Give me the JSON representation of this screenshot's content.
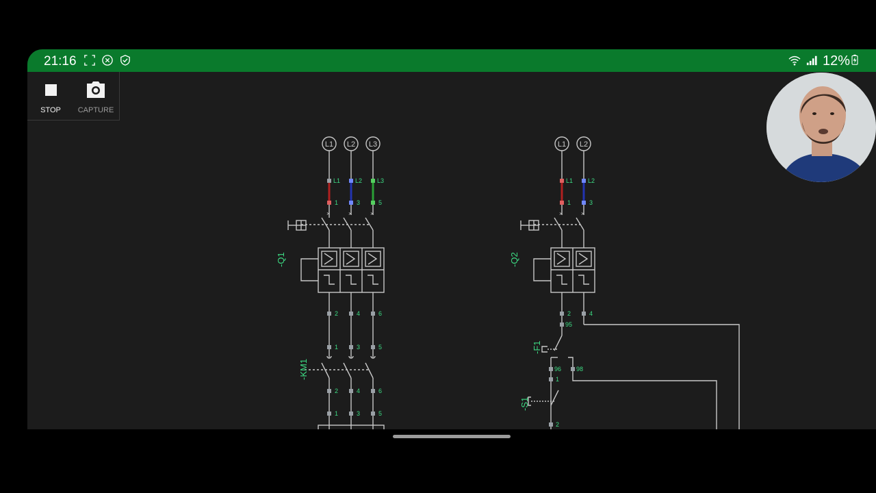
{
  "status_bar": {
    "time": "21:16",
    "battery": "12%",
    "bg_color": "#0a7a2c",
    "left_icons": [
      "screenshot-frame-icon",
      "close-circle-icon",
      "shield-check-icon"
    ],
    "right_icons": [
      "wifi-icon",
      "signal-icon",
      "battery-charging-icon"
    ]
  },
  "recorder": {
    "stop_label": "STOP",
    "capture_label": "CAPTURE"
  },
  "schematic": {
    "wire_color": "#c8c8c8",
    "label_color": "#3ddc84",
    "left": {
      "supply": [
        "L1",
        "L2",
        "L3"
      ],
      "terminal_top": [
        "L1",
        "L2",
        "L3"
      ],
      "terminal_bottom": [
        "1",
        "3",
        "5"
      ],
      "breaker_name": "-Q1",
      "breaker_out": [
        "2",
        "4",
        "6"
      ],
      "contactor_in": [
        "1",
        "3",
        "5"
      ],
      "contactor_name": "-KM1",
      "contactor_out": [
        "2",
        "4",
        "6"
      ],
      "next_in": [
        "1",
        "3",
        "5"
      ]
    },
    "right": {
      "supply": [
        "L1",
        "L2"
      ],
      "terminal_top": [
        "L1",
        "L2"
      ],
      "terminal_bottom": [
        "1",
        "3"
      ],
      "breaker_name": "-Q2",
      "breaker_out": [
        "2",
        "4"
      ],
      "relay_in": "95",
      "relay_name": "-F1",
      "relay_nc": "96",
      "relay_no": "98",
      "button_in": "1",
      "button_name": "-S1",
      "button_out": "2"
    }
  }
}
